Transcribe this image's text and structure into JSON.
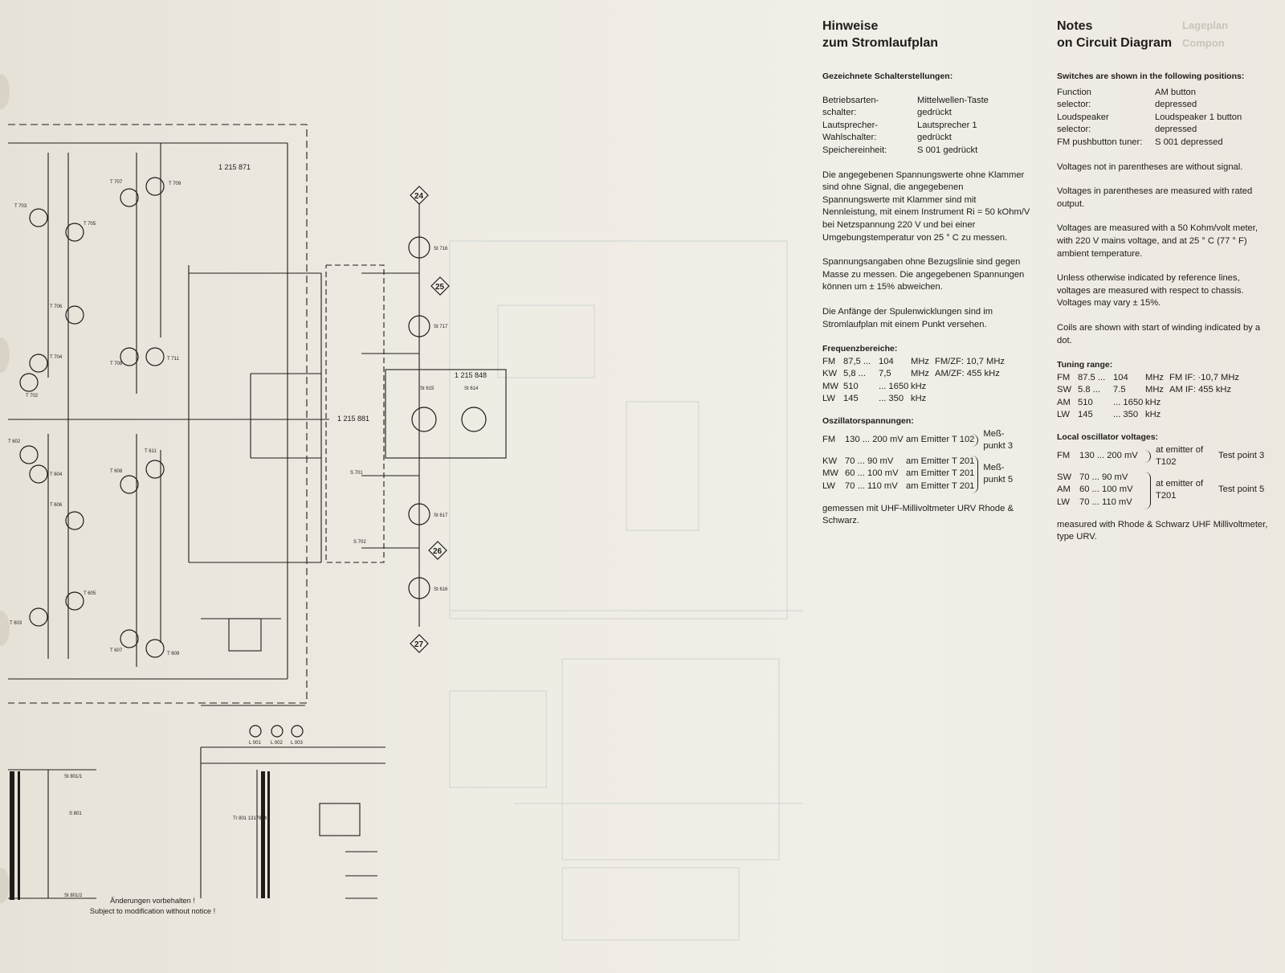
{
  "german": {
    "title_line1": "Hinweise",
    "title_line2": "zum Stromlaufplan",
    "switch_heading": "Gezeichnete Schalterstellungen:",
    "switches": [
      {
        "label": "Betriebsarten-",
        "value": "Mittelwellen-Taste"
      },
      {
        "label": "schalter:",
        "value": "gedrückt"
      },
      {
        "label": "Lautsprecher-",
        "value": "Lautsprecher 1"
      },
      {
        "label": "Wahlschalter:",
        "value": "gedrückt"
      },
      {
        "label": "Speichereinheit:",
        "value": "S 001 gedrückt"
      }
    ],
    "para_voltages": "Die angegebenen Spannungswerte ohne Klammer sind ohne Signal, die angegebenen Spannungswerte mit Klammer sind mit Nennleistung, mit einem Instrument Ri = 50 kOhm/V bei Netzspannung 220 V und bei einer Umgebungstemperatur von 25 ° C zu messen.",
    "para_reference": "Spannungsangaben ohne Bezugslinie sind gegen Masse zu messen. Die angegebenen Spannungen können um ± 15% abweichen.",
    "para_coils": "Die Anfänge der Spulenwicklungen sind im Stromlaufplan mit einem Punkt versehen.",
    "freq_heading": "Frequenzbereiche:",
    "freq_rows": [
      {
        "band": "FM",
        "from": "87,5 ...",
        "to": "104",
        "unit": "MHz",
        "extra": "FM/ZF:   10,7 MHz"
      },
      {
        "band": "KW",
        "from": "5,8 ...",
        "to": "7,5",
        "unit": "MHz",
        "extra": "AM/ZF: 455   kHz"
      },
      {
        "band": "MW",
        "from": "510",
        "to": "... 1650",
        "unit": "kHz",
        "extra": ""
      },
      {
        "band": "LW",
        "from": "145",
        "to": "...   350",
        "unit": "kHz",
        "extra": ""
      }
    ],
    "osc_heading": "Oszillatorspannungen:",
    "osc_group1": [
      {
        "band": "FM",
        "range": "130 ... 200 mV",
        "where": "am Emitter T 102"
      }
    ],
    "osc_group1_point": "Meß-punkt 3",
    "osc_group2": [
      {
        "band": "KW",
        "range": "70 ...   90 mV",
        "where": "am Emitter T 201"
      },
      {
        "band": "MW",
        "range": "60 ... 100 mV",
        "where": "am Emitter T 201"
      },
      {
        "band": "LW",
        "range": "70 ... 110 mV",
        "where": "am Emitter T 201"
      }
    ],
    "osc_group2_point": "Meß-punkt 5",
    "measured": "gemessen mit UHF-Millivoltmeter URV Rhode & Schwarz."
  },
  "english": {
    "title_line1": "Notes",
    "title_line2": "on Circuit Diagram",
    "switch_heading": "Switches are shown in the following positions:",
    "switches": [
      {
        "label": "Function",
        "value": "AM button"
      },
      {
        "label": "selector:",
        "value": "depressed"
      },
      {
        "label": "Loudspeaker",
        "value": "Loudspeaker 1 button"
      },
      {
        "label": "selector:",
        "value": "depressed"
      },
      {
        "label": "FM pushbutton tuner:",
        "value": "S 001 depressed"
      }
    ],
    "para_1": "Voltages not in parentheses are without signal.",
    "para_2": "Voltages in parentheses are measured with rated output.",
    "para_3": "Voltages are measured with a 50 Kohm/volt meter, with 220 V mains voltage, and at 25 ° C (77 ° F) ambient temperature.",
    "para_4": "Unless otherwise indicated by reference lines, voltages are measured with respect to chassis. Voltages may vary ± 15%.",
    "para_5": "Coils are shown with start of winding indicated by a dot.",
    "tuning_heading": "Tuning range:",
    "tuning_rows": [
      {
        "band": "FM",
        "from": "87.5 ...",
        "to": "104",
        "unit": "MHz",
        "extra": "FM IF: ·10,7 MHz"
      },
      {
        "band": "SW",
        "from": "5.8 ...",
        "to": "7.5",
        "unit": "MHz",
        "extra": "AM IF: 455   kHz"
      },
      {
        "band": "AM",
        "from": "510",
        "to": "... 1650",
        "unit": "kHz",
        "extra": ""
      },
      {
        "band": "LW",
        "from": "145",
        "to": "...   350",
        "unit": "kHz",
        "extra": ""
      }
    ],
    "osc_heading": "Local oscillator voltages:",
    "osc_group1": [
      {
        "band": "FM",
        "range": "130 ... 200 mV"
      }
    ],
    "osc_group1_where": "at emitter of T102",
    "osc_group1_point": "Test point 3",
    "osc_group2": [
      {
        "band": "SW",
        "range": "70 ...   90 mV"
      },
      {
        "band": "AM",
        "range": "60 ... 100 mV"
      },
      {
        "band": "LW",
        "range": "70 ... 110 mV"
      }
    ],
    "osc_group2_where": "at emitter of T201",
    "osc_group2_point": "Test point 5",
    "measured": "measured with Rhode & Schwarz UHF Millivoltmeter, type URV."
  },
  "schematic": {
    "module_top": "1 215 871",
    "module_mid": "1 215 881",
    "module_right": "1 215 848",
    "test_points": [
      "24",
      "25",
      "26",
      "27"
    ],
    "transistors": [
      "T 707",
      "T 709",
      "T 703",
      "T 705",
      "T 706",
      "T 704",
      "T 708",
      "T 711",
      "T 702",
      "T 602",
      "T 604",
      "T 608",
      "T 611",
      "T 606",
      "T 603",
      "T 605",
      "T 607",
      "T 609"
    ],
    "sockets": [
      "St 716",
      "St 717",
      "St 617",
      "St 616",
      "St 615",
      "St 614"
    ],
    "transformer": "Tr 801 1317854",
    "switches": [
      "St 801/1",
      "St 801/2",
      "S 801",
      "S 701",
      "S 702"
    ],
    "lamps": [
      "L 001",
      "L 002",
      "L 003"
    ],
    "notice_de": "Änderungen vorbehalten !",
    "notice_en": "Subject to modification without notice !",
    "ghost_title": "Lageplan",
    "ghost_subtitle": "Compon"
  },
  "colors": {
    "ink": "#1f1c1a",
    "paper": "#efece4",
    "faint": "#c9c4b8"
  }
}
